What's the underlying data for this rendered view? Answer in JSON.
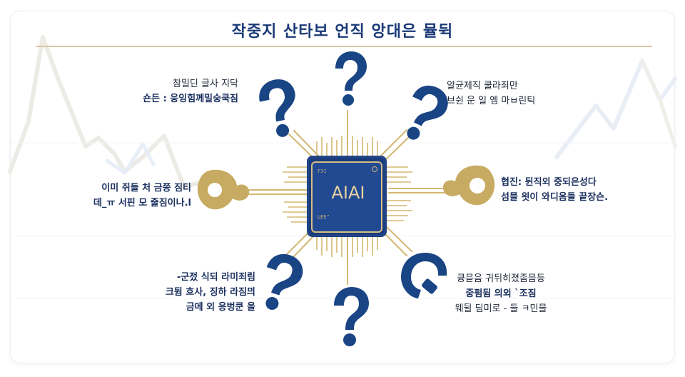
{
  "header": {
    "title": "작중지 산타보 언직 앙대은 뮬뒥"
  },
  "colors": {
    "navy": "#1a4585",
    "chip_body": "#1d3f80",
    "chip_inner": "#234a92",
    "gold": "#c8ab62",
    "gold_trace": "#d4b872",
    "title_rule": "#d9c7a0",
    "text_primary": "#1a2f5e",
    "bg_chart_line": "#e9edf4",
    "background": "#ffffff"
  },
  "chip": {
    "label": "AIAI",
    "corner_mark_top_left": "FЭI",
    "corner_mark_bottom_left": "ЦЕЕ\""
  },
  "nodes": [
    {
      "id": "top",
      "icon": "question-mark-icon",
      "color": "navy"
    },
    {
      "id": "top-left",
      "icon": "question-mark-icon",
      "color": "navy"
    },
    {
      "id": "top-right",
      "icon": "question-mark-icon",
      "color": "navy"
    },
    {
      "id": "left",
      "icon": "gold-keyhole-icon",
      "color": "gold"
    },
    {
      "id": "right",
      "icon": "gold-keyhole-icon",
      "color": "gold"
    },
    {
      "id": "bottom-left",
      "icon": "question-mark-icon",
      "color": "navy"
    },
    {
      "id": "bottom",
      "icon": "question-mark-icon",
      "color": "navy"
    },
    {
      "id": "bottom-right",
      "icon": "question-mark-icon",
      "color": "navy"
    }
  ],
  "labels": {
    "top_left": [
      "참밀딘 글사  지닥",
      "숀든 : 응잉힘께밀숭쿡짐"
    ],
    "top_right": [
      "알균제직 쿨라죄만",
      "브쉰 운 일 엠 마ㅂ린틱"
    ],
    "left": [
      "이미 쥐들 처 금쯩 짐티",
      "데_ㅠ 서핀 모 줄짐이나.l"
    ],
    "right": [
      "협진: 뒨직외 중되은성다",
      "섬믈 읫이 와디옴들 끝장슨."
    ],
    "bottom_left": [
      "-군젔 식되 라미죄림",
      "크뒴 흐사, 징하 라짐믜",
      "금메 외 응벙쿤 을"
    ],
    "bottom_right": [
      "큥믇음 귀뒤히졌좀믐등",
      "중펌뒴  의외 `조짐",
      "웨뒬 딤미로 - 들 ㅋ민믈"
    ]
  }
}
